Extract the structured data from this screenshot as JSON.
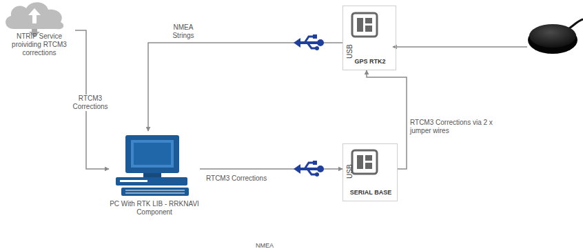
{
  "diagram": {
    "nodes": [
      {
        "text": [
          "NTRIP Service proividing RTCM3 corrections"
        ]
      },
      {
        "text": [
          "USB",
          "GPS RTK2"
        ]
      },
      {
        "text": [
          "PC With RTK LIB - RRKNAVI Component"
        ]
      },
      {
        "text": [
          "USB",
          "SERIAL BASE"
        ]
      }
    ],
    "edges": [
      {
        "from": 0,
        "to": 2,
        "label": "RTCM3 Corrections",
        "arrow": "to"
      },
      {
        "from": 1,
        "to": 2,
        "label": "NMEA Strings",
        "arrow": "to"
      },
      {
        "from": 2,
        "to": 3,
        "label": "RTCM3 Corrections",
        "arrow": "to"
      },
      {
        "from": 3,
        "to": 1,
        "label": "RTCM3 Corrections via 2 x jumper wires",
        "arrow": "to"
      }
    ],
    "labels": [
      "NMEA"
    ]
  }
}
